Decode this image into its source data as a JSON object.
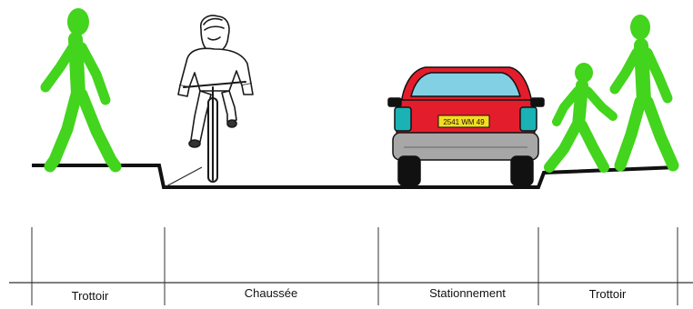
{
  "colors": {
    "pedestrian": "#43d41d",
    "car_body": "#e31d2c",
    "car_lower": "#a7a7a7",
    "car_window": "#82d0e4",
    "car_teal": "#1ab2b4",
    "plate": "#f5dd22",
    "road": "#111111"
  },
  "car": {
    "plate_text": "2541 WM 49"
  },
  "zones": [
    {
      "label": "Trottoir"
    },
    {
      "label": "Chaussée"
    },
    {
      "label": "Stationnement"
    },
    {
      "label": "Trottoir"
    }
  ]
}
